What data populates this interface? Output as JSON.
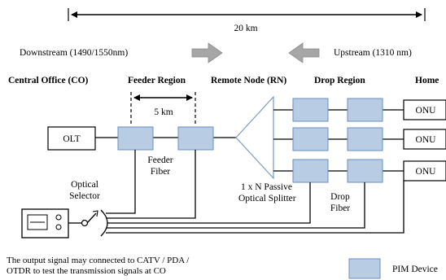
{
  "distance": {
    "total": "20 km",
    "feeder": "5 km"
  },
  "direction": {
    "downstream": "Downstream (1490/1550nm)",
    "upstream": "Upstream (1310 nm)"
  },
  "regions": {
    "central_office": "Central Office (CO)",
    "feeder_region": "Feeder Region",
    "remote_node": "Remote Node (RN)",
    "drop_region": "Drop Region",
    "home": "Home"
  },
  "nodes": {
    "olt": "OLT",
    "onu": [
      "ONU",
      "ONU",
      "ONU"
    ],
    "feeder_fiber": [
      "Feeder",
      "Fiber"
    ],
    "optical_selector": [
      "Optical",
      "Selector"
    ],
    "splitter": [
      "1 x N Passive",
      "Optical Splitter"
    ],
    "drop_fiber": [
      "Drop",
      "Fiber"
    ]
  },
  "note": [
    "The output signal may connected to CATV / PDA /",
    "OTDR  to test the transmission signals at CO"
  ],
  "legend": {
    "pim_label": "PIM Device"
  },
  "colors": {
    "pim_fill": "#b8cce4",
    "pim_stroke": "#6a8fbf",
    "arrow_fill": "#a6a6a6",
    "line": "#000000"
  }
}
